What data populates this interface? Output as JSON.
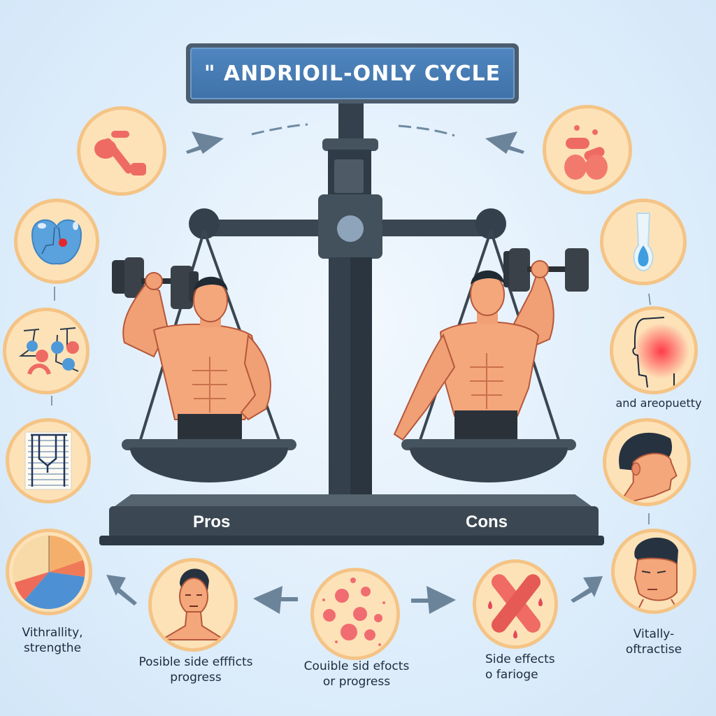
{
  "title": "\" ANDRIOIL-ONLY CYCLE",
  "scale": {
    "left_label": "Pros",
    "right_label": "Cons"
  },
  "icons": {
    "left": [
      {
        "name": "bone-molecule-icon"
      },
      {
        "name": "kidney-organ-icon"
      },
      {
        "name": "molecule-structure-icon"
      },
      {
        "name": "document-chart-icon"
      },
      {
        "name": "pie-chart-icon"
      }
    ],
    "right": [
      {
        "name": "pills-icon"
      },
      {
        "name": "test-tube-drop-icon"
      },
      {
        "name": "head-pain-icon"
      },
      {
        "name": "face-profile-icon"
      },
      {
        "name": "tired-face-icon"
      }
    ],
    "bottom": [
      {
        "name": "man-portrait-icon"
      },
      {
        "name": "acne-skin-icon"
      },
      {
        "name": "crossed-bandage-icon"
      }
    ]
  },
  "labels": {
    "right_mid": "and areopuetty",
    "bottom_left": "Vithrallity,\nstrengthe",
    "bottom_1": "Posible side effficts\nprogress",
    "bottom_2": "Couible sid efocts\nor progress",
    "bottom_3": "Side effects\no farioge",
    "bottom_right": "Vitally-\noftractise"
  },
  "colors": {
    "background": "#dfeefb",
    "sign_blue": "#4680b8",
    "scale_dark": "#3b4752",
    "badge_fill": "#fde2b8",
    "badge_border": "#f4c486",
    "accent_red": "#ee6b63",
    "accent_blue": "#4e9ad8"
  }
}
